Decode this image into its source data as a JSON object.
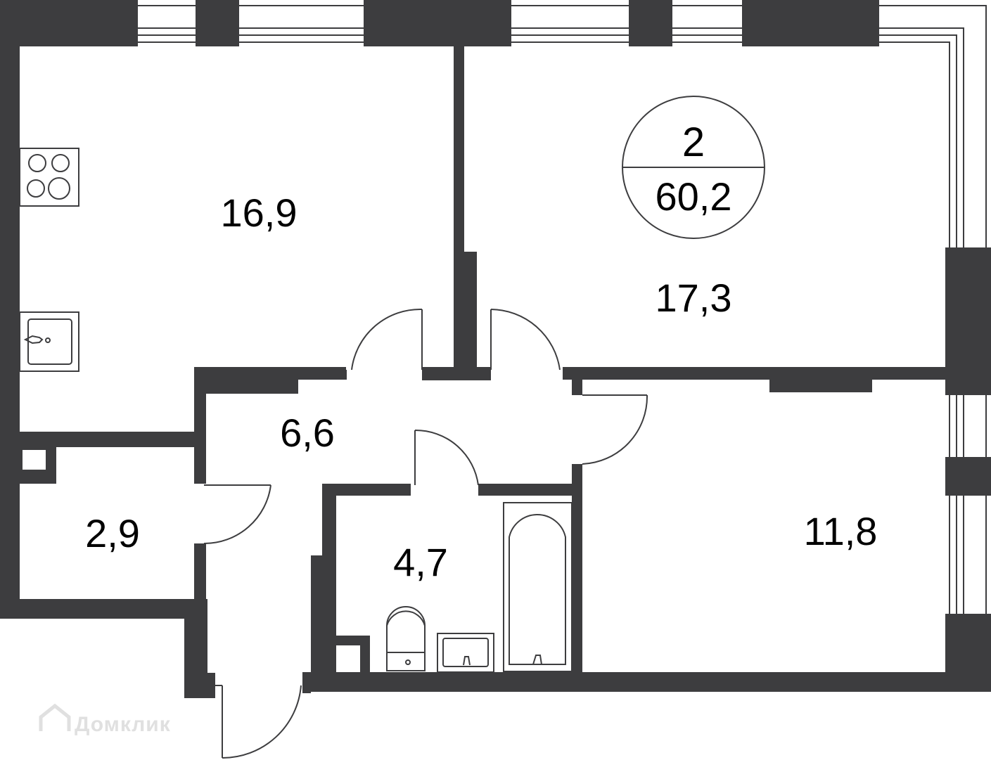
{
  "apartment": {
    "rooms": "2",
    "total_area": "60,2"
  },
  "room_areas": {
    "kitchen": "16,9",
    "bedroom": "17,3",
    "hall": "6,6",
    "storage": "2,9",
    "bathroom": "4,7",
    "room": "11,8"
  },
  "watermark": "Домклик",
  "colors": {
    "walls": "#3d3d3f",
    "background": "#ffffff"
  }
}
